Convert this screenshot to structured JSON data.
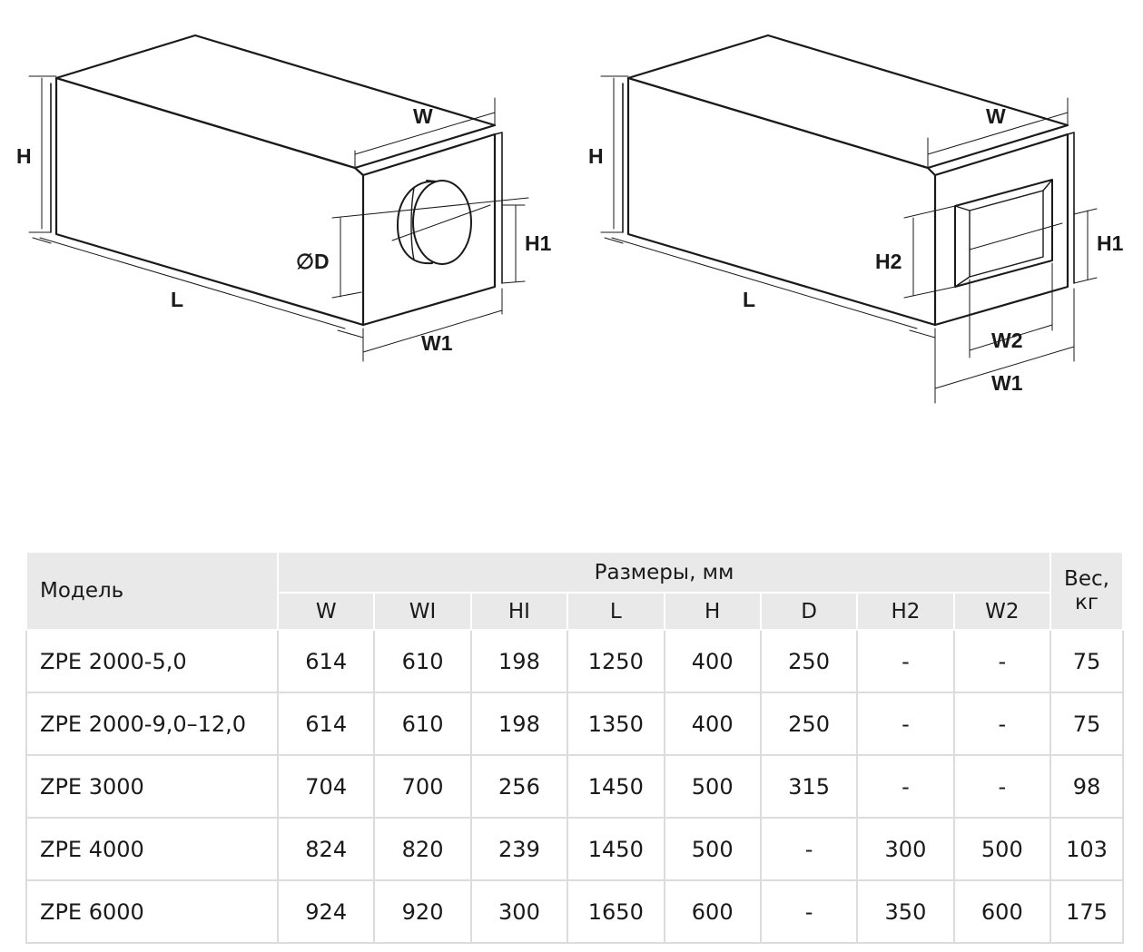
{
  "drawing_labels": {
    "left": {
      "W": "W",
      "H": "H",
      "D": "∅D",
      "H1": "H1",
      "L": "L",
      "W1": "W1"
    },
    "right": {
      "W": "W",
      "H": "H",
      "H2": "H2",
      "H1": "H1",
      "L": "L",
      "W2": "W2",
      "W1": "W1"
    }
  },
  "table": {
    "model_header": "Модель",
    "dims_header": "Размеры, мм",
    "weight_header": "Вес, кг",
    "columns": [
      "W",
      "WI",
      "HI",
      "L",
      "H",
      "D",
      "H2",
      "W2"
    ],
    "rows": [
      {
        "model": "ZPE 2000-5,0",
        "values": [
          "614",
          "610",
          "198",
          "1250",
          "400",
          "250",
          "-",
          "-"
        ],
        "weight": "75"
      },
      {
        "model": "ZPE 2000-9,0–12,0",
        "values": [
          "614",
          "610",
          "198",
          "1350",
          "400",
          "250",
          "-",
          "-"
        ],
        "weight": "75"
      },
      {
        "model": "ZPE 3000",
        "values": [
          "704",
          "700",
          "256",
          "1450",
          "500",
          "315",
          "-",
          "-"
        ],
        "weight": "98"
      },
      {
        "model": "ZPE 4000",
        "values": [
          "824",
          "820",
          "239",
          "1450",
          "500",
          "-",
          "300",
          "500"
        ],
        "weight": "103"
      },
      {
        "model": "ZPE 6000",
        "values": [
          "924",
          "920",
          "300",
          "1650",
          "600",
          "-",
          "350",
          "600"
        ],
        "weight": "175"
      }
    ]
  }
}
